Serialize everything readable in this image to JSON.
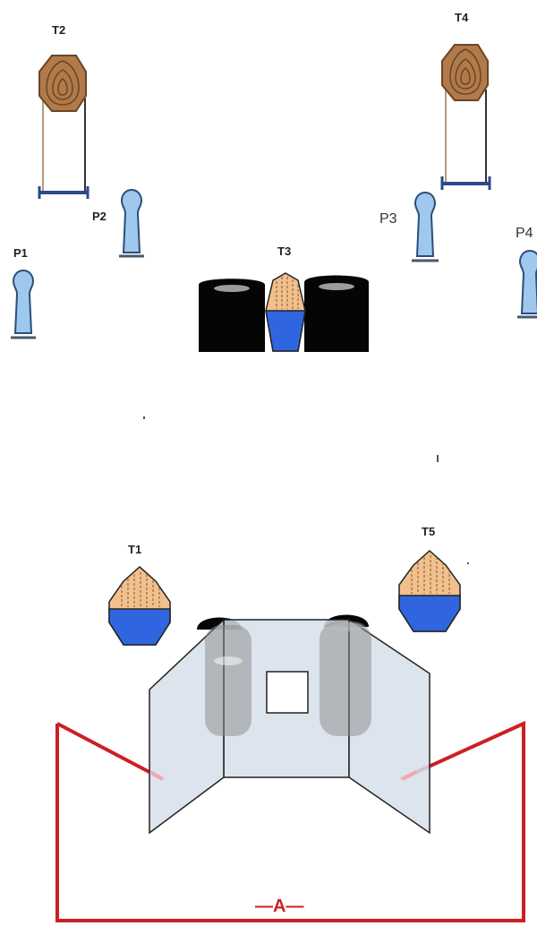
{
  "labels": {
    "t1": "T1",
    "t2": "T2",
    "t3": "T3",
    "t4": "T4",
    "t5": "T5",
    "p1": "P1",
    "p2": "P2",
    "p3": "P3",
    "p4": "P4",
    "area": "—A—"
  },
  "colors": {
    "target_tan": "#f2c08c",
    "target_blue": "#2f66e0",
    "steel_brown": "#b07a4a",
    "popper_blue": "#9fc8ee",
    "barrel_black": "#050505",
    "fault_line_red": "#cc1f24",
    "wall_glass": "#d6dfea"
  }
}
